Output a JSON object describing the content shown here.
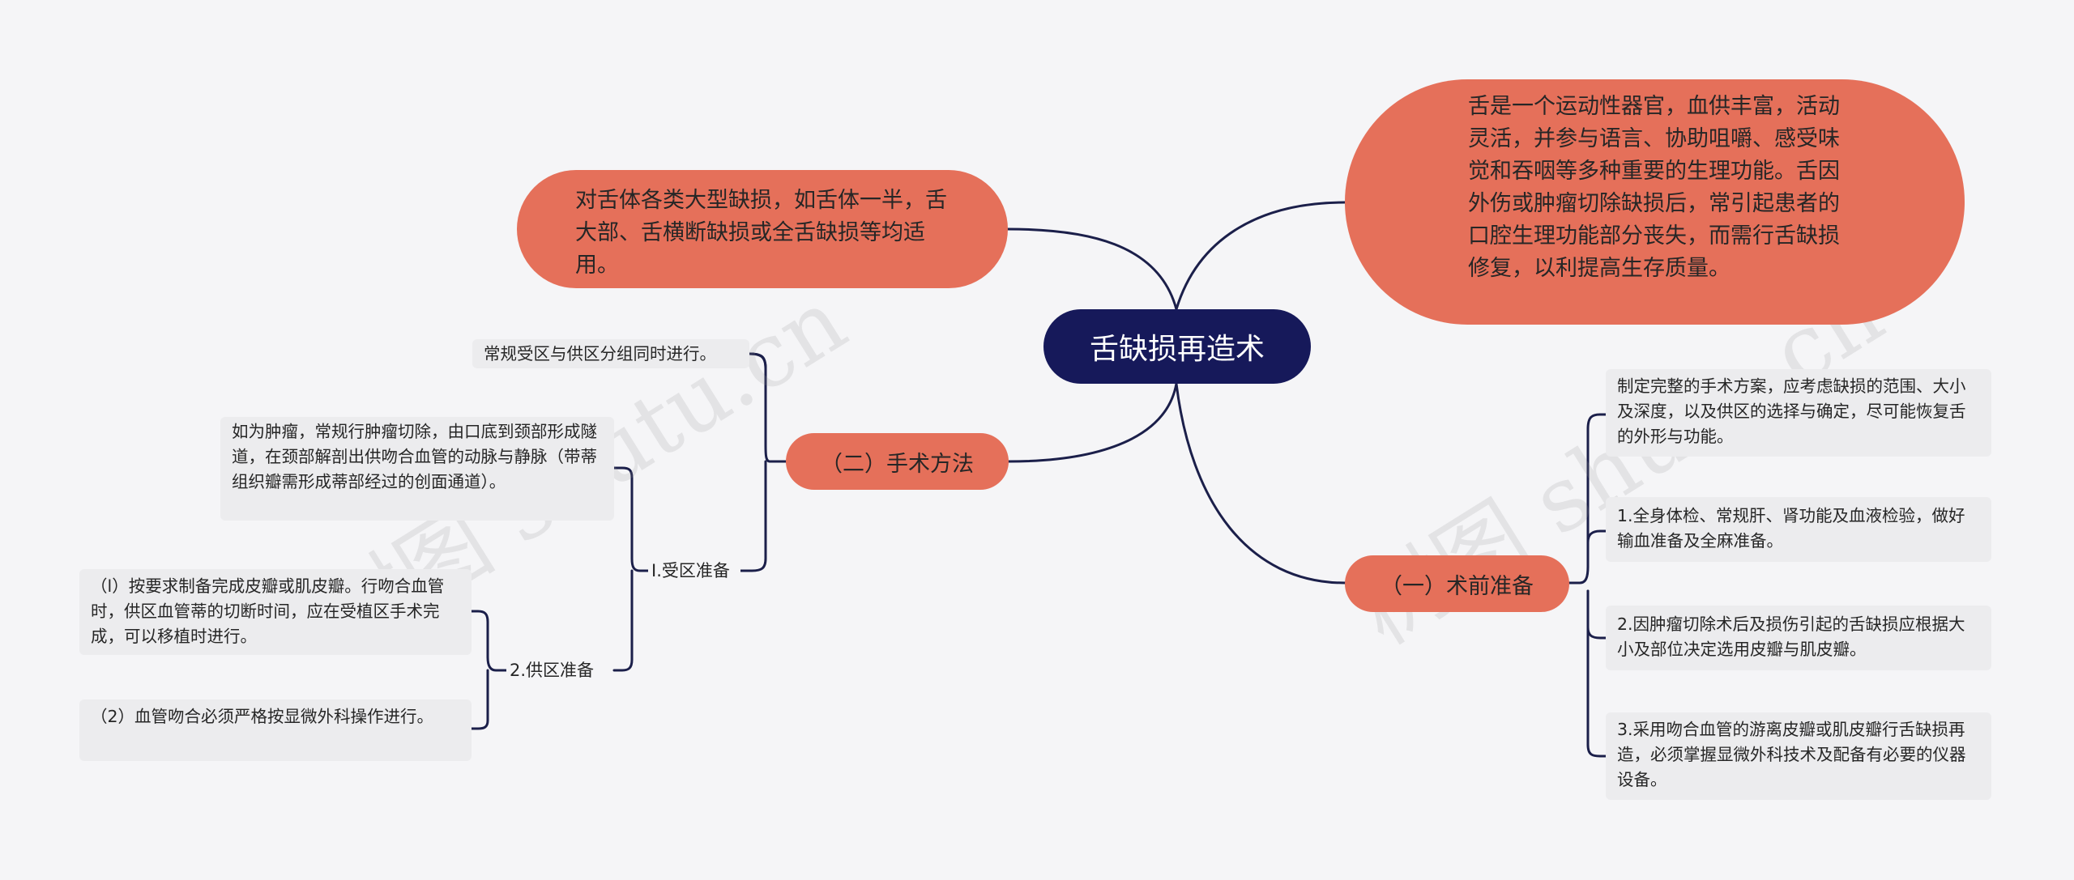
{
  "root": {
    "title": "舌缺损再造术"
  },
  "intro_left": "对舌体各类大型缺损，如舌体一半，舌大部、舌横断缺损或全舌缺损等均适用。",
  "intro_right": "舌是一个运动性器官，血供丰富，活动灵活，并参与语言、协助咀嚼、感受味觉和吞咽等多种重要的生理功能。舌因外伤或肿瘤切除缺损后，常引起患者的口腔生理功能部分丧失，而需行舌缺损修复，以利提高生存质量。",
  "method": {
    "label": "（二）手术方法",
    "top_note": "常规受区与供区分组同时进行。",
    "receiving": {
      "label": "Ⅰ.受区准备",
      "note": "如为肿瘤，常规行肿瘤切除，由口底到颈部形成隧道，在颈部解剖出供吻合血管的动脉与静脉（带蒂组织瓣需形成蒂部经过的创面通道）。"
    },
    "donor": {
      "label": "2.供区准备",
      "items": [
        "（l）按要求制备完成皮瓣或肌皮瓣。行吻合血管时，供区血管蒂的切断时间，应在受植区手术完成，可以移植时进行。",
        "（2）血管吻合必须严格按显微外科操作进行。"
      ]
    }
  },
  "prep": {
    "label": "（一）术前准备",
    "items": [
      "制定完整的手术方案，应考虑缺损的范围、大小及深度，以及供区的选择与确定，尽可能恢复舌的外形与功能。",
      "1.全身体检、常规肝、肾功能及血液检验，做好输血准备及全麻准备。",
      "2.因肿瘤切除术后及损伤引起的舌缺损应根据大小及部位决定选用皮瓣与肌皮瓣。",
      "3.采用吻合血管的游离皮瓣或肌皮瓣行舌缺损再造，必须掌握显微外科技术及配备有必要的仪器设备。"
    ]
  },
  "watermark": "树图 shutu.cn",
  "colors": {
    "background": "#f5f5f7",
    "root_fill": "#16195a",
    "bubble_fill": "#e5705a",
    "leaf_fill": "#ececee",
    "connector": "#1b1f4a"
  }
}
